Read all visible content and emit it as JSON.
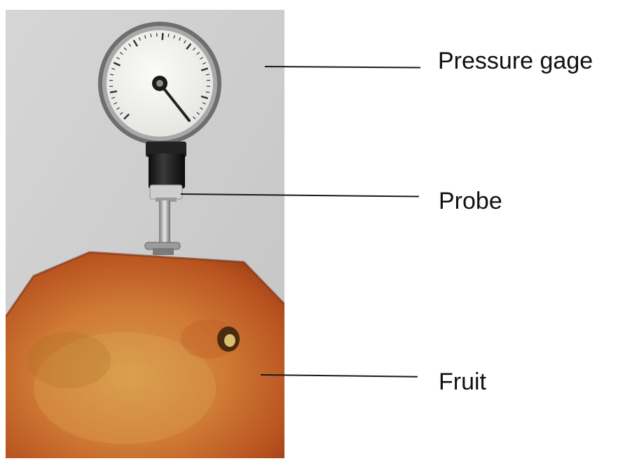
{
  "labels": {
    "pressure_gage": "Pressure gage",
    "probe": "Probe",
    "fruit": "Fruit"
  },
  "colors": {
    "backdrop": "#cfcfcf",
    "gauge_face": "#f4f4f2",
    "gauge_rim": "#7d7d7d",
    "gauge_stem": "#1c1c1c",
    "fruit_base": "#c8662a",
    "fruit_highlight": "#d99a4a",
    "leader_line": "#1a1a1a"
  },
  "icons": {
    "gauge": "pressure-gauge-dial",
    "probe": "penetrometer-probe",
    "fruit": "mango-fruit"
  }
}
